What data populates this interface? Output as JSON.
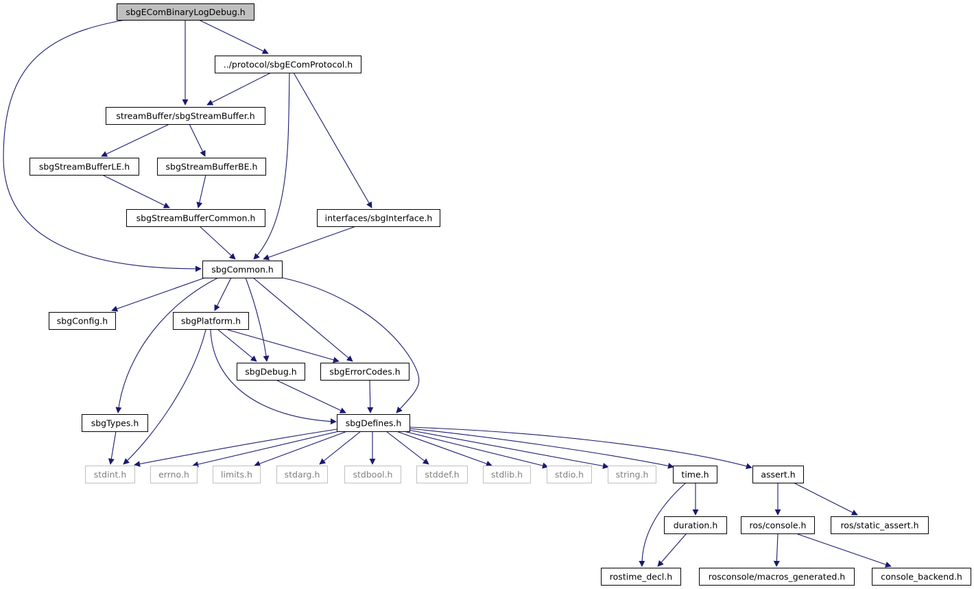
{
  "nodes": [
    {
      "id": "n_root",
      "label": "sbgEComBinaryLogDebug.h",
      "kind": "root"
    },
    {
      "id": "n_proto",
      "label": "../protocol/sbgEComProtocol.h",
      "kind": "internal"
    },
    {
      "id": "n_sbuf",
      "label": "streamBuffer/sbgStreamBuffer.h",
      "kind": "internal"
    },
    {
      "id": "n_le",
      "label": "sbgStreamBufferLE.h",
      "kind": "internal"
    },
    {
      "id": "n_be",
      "label": "sbgStreamBufferBE.h",
      "kind": "internal"
    },
    {
      "id": "n_sbc",
      "label": "sbgStreamBufferCommon.h",
      "kind": "internal"
    },
    {
      "id": "n_iface",
      "label": "interfaces/sbgInterface.h",
      "kind": "internal"
    },
    {
      "id": "n_common",
      "label": "sbgCommon.h",
      "kind": "internal"
    },
    {
      "id": "n_config",
      "label": "sbgConfig.h",
      "kind": "internal"
    },
    {
      "id": "n_platform",
      "label": "sbgPlatform.h",
      "kind": "internal"
    },
    {
      "id": "n_debug",
      "label": "sbgDebug.h",
      "kind": "internal"
    },
    {
      "id": "n_errors",
      "label": "sbgErrorCodes.h",
      "kind": "internal"
    },
    {
      "id": "n_types",
      "label": "sbgTypes.h",
      "kind": "internal"
    },
    {
      "id": "n_defines",
      "label": "sbgDefines.h",
      "kind": "internal"
    },
    {
      "id": "n_stdint",
      "label": "stdint.h",
      "kind": "external"
    },
    {
      "id": "n_errno",
      "label": "errno.h",
      "kind": "external"
    },
    {
      "id": "n_limits",
      "label": "limits.h",
      "kind": "external"
    },
    {
      "id": "n_stdarg",
      "label": "stdarg.h",
      "kind": "external"
    },
    {
      "id": "n_stdbool",
      "label": "stdbool.h",
      "kind": "external"
    },
    {
      "id": "n_stddef",
      "label": "stddef.h",
      "kind": "external"
    },
    {
      "id": "n_stdlib",
      "label": "stdlib.h",
      "kind": "external"
    },
    {
      "id": "n_stdio",
      "label": "stdio.h",
      "kind": "external"
    },
    {
      "id": "n_string",
      "label": "string.h",
      "kind": "external"
    },
    {
      "id": "n_time",
      "label": "time.h",
      "kind": "internal"
    },
    {
      "id": "n_assert",
      "label": "assert.h",
      "kind": "internal"
    },
    {
      "id": "n_duration",
      "label": "duration.h",
      "kind": "internal"
    },
    {
      "id": "n_rosconsole",
      "label": "ros/console.h",
      "kind": "internal"
    },
    {
      "id": "n_static",
      "label": "ros/static_assert.h",
      "kind": "internal"
    },
    {
      "id": "n_rostime",
      "label": "rostime_decl.h",
      "kind": "internal"
    },
    {
      "id": "n_macros",
      "label": "rosconsole/macros_generated.h",
      "kind": "internal"
    },
    {
      "id": "n_backend",
      "label": "console_backend.h",
      "kind": "internal"
    }
  ],
  "edges": [
    {
      "from": "n_root",
      "to": "n_proto"
    },
    {
      "from": "n_root",
      "to": "n_sbuf"
    },
    {
      "from": "n_root",
      "to": "n_common"
    },
    {
      "from": "n_proto",
      "to": "n_sbuf"
    },
    {
      "from": "n_proto",
      "to": "n_common"
    },
    {
      "from": "n_proto",
      "to": "n_iface"
    },
    {
      "from": "n_sbuf",
      "to": "n_le"
    },
    {
      "from": "n_sbuf",
      "to": "n_be"
    },
    {
      "from": "n_le",
      "to": "n_sbc"
    },
    {
      "from": "n_be",
      "to": "n_sbc"
    },
    {
      "from": "n_sbc",
      "to": "n_common"
    },
    {
      "from": "n_iface",
      "to": "n_common"
    },
    {
      "from": "n_common",
      "to": "n_config"
    },
    {
      "from": "n_common",
      "to": "n_platform"
    },
    {
      "from": "n_common",
      "to": "n_types"
    },
    {
      "from": "n_common",
      "to": "n_debug"
    },
    {
      "from": "n_common",
      "to": "n_errors"
    },
    {
      "from": "n_common",
      "to": "n_defines"
    },
    {
      "from": "n_platform",
      "to": "n_debug"
    },
    {
      "from": "n_platform",
      "to": "n_errors"
    },
    {
      "from": "n_platform",
      "to": "n_stdint"
    },
    {
      "from": "n_platform",
      "to": "n_defines"
    },
    {
      "from": "n_debug",
      "to": "n_defines"
    },
    {
      "from": "n_errors",
      "to": "n_defines"
    },
    {
      "from": "n_types",
      "to": "n_stdint"
    },
    {
      "from": "n_defines",
      "to": "n_stdint"
    },
    {
      "from": "n_defines",
      "to": "n_errno"
    },
    {
      "from": "n_defines",
      "to": "n_limits"
    },
    {
      "from": "n_defines",
      "to": "n_stdarg"
    },
    {
      "from": "n_defines",
      "to": "n_stdbool"
    },
    {
      "from": "n_defines",
      "to": "n_stddef"
    },
    {
      "from": "n_defines",
      "to": "n_stdlib"
    },
    {
      "from": "n_defines",
      "to": "n_stdio"
    },
    {
      "from": "n_defines",
      "to": "n_string"
    },
    {
      "from": "n_defines",
      "to": "n_time"
    },
    {
      "from": "n_defines",
      "to": "n_assert"
    },
    {
      "from": "n_time",
      "to": "n_duration"
    },
    {
      "from": "n_time",
      "to": "n_rostime"
    },
    {
      "from": "n_duration",
      "to": "n_rostime"
    },
    {
      "from": "n_assert",
      "to": "n_rosconsole"
    },
    {
      "from": "n_assert",
      "to": "n_static"
    },
    {
      "from": "n_rosconsole",
      "to": "n_macros"
    },
    {
      "from": "n_rosconsole",
      "to": "n_backend"
    }
  ],
  "colors": {
    "edge": "#191970",
    "root_fill": "#bfbfbf",
    "node_border": "#000000",
    "external_border": "#bfbfbf",
    "external_text": "#7f7f7f"
  }
}
